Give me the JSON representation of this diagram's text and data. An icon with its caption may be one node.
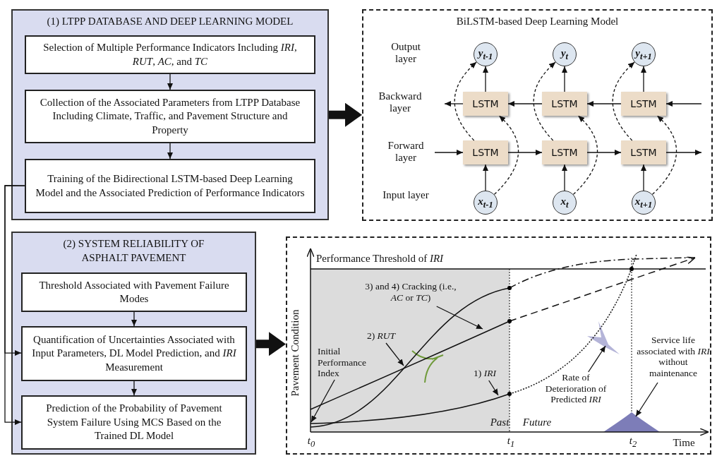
{
  "diagram": {
    "nodes": [
      {
        "text": [
          "(1) LTPP DATABASE AND DEEP LEARNING MODEL"
        ]
      },
      {
        "text": [
          "Selection of Multiple Performance Indicators Including *IRI*, *RUT*, *AC*, and *TC*"
        ],
        "in": 0
      },
      {
        "text": [
          "Collection of the Associated Parameters from LTPP Database Including Climate, Traffic, and Pavement Structure and Property"
        ],
        "in": 0
      },
      {
        "text": [
          "Training of the Bidirectional LSTM-based Deep Learning Model and the Associated Prediction of Performance Indicators"
        ],
        "in": 0
      },
      {
        "text": [
          "(2) SYSTEM RELIABILITY OF ASPHALT PAVEMENT"
        ]
      },
      {
        "text": [
          "Threshold Associated with Pavement Failure Modes"
        ],
        "in": 4
      },
      {
        "text": [
          "Quantification of Uncertainties Associated with Input Parameters, DL Model Prediction, and *IRI* Measurement"
        ],
        "in": 4
      },
      {
        "text": [
          "Prediction of the Probability of Pavement System Failure Using MCS Based on the Trained DL Model"
        ],
        "in": 4
      },
      {
        "text": [
          "BiLSTM-based Deep Learning Model"
        ]
      },
      {
        "text": [
          "y$_{t-1}$"
        ],
        "in": 8
      },
      {
        "text": [
          "y$_{t}$"
        ],
        "in": 8
      },
      {
        "text": [
          "y$_{t+1}$"
        ],
        "in": 8
      },
      {
        "text": [
          "LSTM"
        ],
        "in": 8
      },
      {
        "text": [
          "LSTM"
        ],
        "in": 8
      },
      {
        "text": [
          "LSTM"
        ],
        "in": 8
      },
      {
        "text": [
          "LSTM"
        ],
        "in": 8
      },
      {
        "text": [
          "LSTM"
        ],
        "in": 8
      },
      {
        "text": [
          "LSTM"
        ],
        "in": 8
      },
      {
        "text": [
          "x$_{t-1}$"
        ],
        "in": 8
      },
      {
        "text": [
          "x$_{t}$"
        ],
        "in": 8
      },
      {
        "text": [
          "x$_{t+1}$"
        ],
        "in": 8
      },
      {
        "text": [],
        "shape": "box"
      },
      {
        "text": [
          "Initial Performance Index"
        ],
        "in": 21
      },
      {
        "text": [
          "3) and 4) Cracking (i.e., *AC* or *TC*)"
        ],
        "in": 21
      },
      {
        "text": [
          "2) *RUT*"
        ],
        "in": 21
      },
      {
        "text": [
          "1) *IRI*"
        ],
        "in": 21
      },
      {
        "text": [
          "Rate of Deterioration of Predicted *IRI*"
        ],
        "in": 21
      },
      {
        "text": [
          "Service life associated with *IRI* without maintenance"
        ],
        "in": 21
      }
    ],
    "edges": [
      {
        "from": 1,
        "to": 2,
        "arrow": "to"
      },
      {
        "from": 2,
        "to": 3,
        "arrow": "to"
      },
      {
        "from": 3,
        "to": 6,
        "arrow": "to"
      },
      {
        "from": 3,
        "to": 7,
        "arrow": "to"
      },
      {
        "from": 5,
        "to": 6,
        "arrow": "to"
      },
      {
        "from": 6,
        "to": 7,
        "arrow": "to"
      },
      {
        "from": 0,
        "to": 8,
        "arrow": "to",
        "style": "thick"
      },
      {
        "from": 4,
        "to": 21,
        "arrow": "to",
        "style": "thick"
      },
      {
        "from": 18,
        "to": 15,
        "arrow": "to"
      },
      {
        "from": 19,
        "to": 16,
        "arrow": "to"
      },
      {
        "from": 20,
        "to": 17,
        "arrow": "to"
      },
      {
        "from": 12,
        "to": 9,
        "arrow": "to"
      },
      {
        "from": 13,
        "to": 10,
        "arrow": "to"
      },
      {
        "from": 14,
        "to": 11,
        "arrow": "to"
      },
      {
        "from": null,
        "to": 15,
        "arrow": "to"
      },
      {
        "from": 15,
        "to": 16,
        "arrow": "to"
      },
      {
        "from": 16,
        "to": 17,
        "arrow": "to"
      },
      {
        "from": 17,
        "to": null,
        "arrow": "to"
      },
      {
        "from": null,
        "to": 14,
        "arrow": "to"
      },
      {
        "from": 14,
        "to": 13,
        "arrow": "to"
      },
      {
        "from": 13,
        "to": 12,
        "arrow": "to"
      },
      {
        "from": 12,
        "to": null,
        "arrow": "to"
      },
      {
        "from": 15,
        "to": 9,
        "arrow": "to",
        "style": "dashed"
      },
      {
        "from": 16,
        "to": 10,
        "arrow": "to",
        "style": "dashed"
      },
      {
        "from": 17,
        "to": 11,
        "arrow": "to",
        "style": "dashed"
      },
      {
        "from": 18,
        "to": 12,
        "arrow": "to",
        "style": "dashed"
      },
      {
        "from": 19,
        "to": 13,
        "arrow": "to",
        "style": "dashed"
      },
      {
        "from": 20,
        "to": 14,
        "arrow": "to",
        "style": "dashed"
      },
      {
        "from": 22,
        "to": null,
        "arrow": "to"
      },
      {
        "from": 23,
        "to": null,
        "arrow": "to"
      },
      {
        "from": 24,
        "to": null,
        "arrow": "to"
      },
      {
        "from": 25,
        "to": null,
        "arrow": "to"
      },
      {
        "from": 26,
        "to": null,
        "arrow": "to"
      },
      {
        "from": 27,
        "to": null,
        "arrow": "to"
      }
    ],
    "labels": [
      "Output layer",
      "Backward layer",
      "Forward layer",
      "Input layer",
      "Performance Threshold of *IRI*",
      "Pavement Condition",
      "Past",
      "Future",
      "t$_{0}$",
      "t$_{1}$",
      "t$_{2}$",
      "Time"
    ]
  }
}
